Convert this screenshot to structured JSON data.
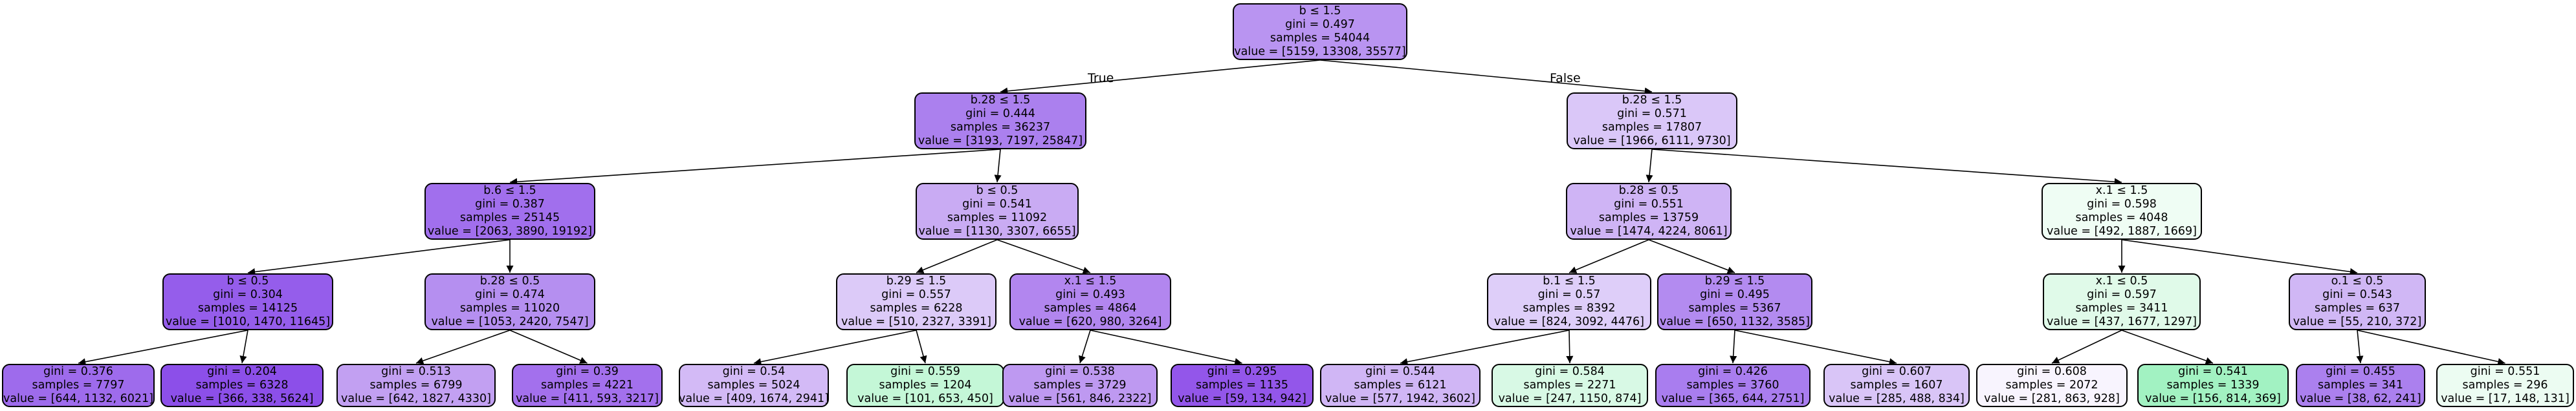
{
  "edge_labels": {
    "left": "True",
    "right": "False"
  },
  "nodes": [
    {
      "id": "n0",
      "lines": [
        "b ≤ 1.5",
        "gini = 0.497",
        "samples = 54044",
        "value = [5159, 13308, 35577]"
      ],
      "fill": "#b994f1"
    },
    {
      "id": "n1",
      "lines": [
        "b.28 ≤ 1.5",
        "gini = 0.444",
        "samples = 36237",
        "value = [3193, 7197, 25847]"
      ],
      "fill": "#ab80ee"
    },
    {
      "id": "n2",
      "lines": [
        "b.28 ≤ 1.5",
        "gini = 0.571",
        "samples = 17807",
        "value = [1966, 6111, 9730]"
      ],
      "fill": "#dac7f8"
    },
    {
      "id": "n3",
      "lines": [
        "b.6 ≤ 1.5",
        "gini = 0.387",
        "samples = 25145",
        "value = [2063, 3890, 19192]"
      ],
      "fill": "#a16fed"
    },
    {
      "id": "n4",
      "lines": [
        "b ≤ 0.5",
        "gini = 0.541",
        "samples = 11092",
        "value = [1130, 3307, 6655]"
      ],
      "fill": "#c9abf3"
    },
    {
      "id": "n5",
      "lines": [
        "b.28 ≤ 0.5",
        "gini = 0.551",
        "samples = 13759",
        "value = [1474, 4224, 8061]"
      ],
      "fill": "#cfb4f5"
    },
    {
      "id": "n6",
      "lines": [
        "x.1 ≤ 1.5",
        "gini = 0.598",
        "samples = 4048",
        "value = [492, 1887, 1669]"
      ],
      "fill": "#effdf4"
    },
    {
      "id": "n7",
      "lines": [
        "b ≤ 0.5",
        "gini = 0.304",
        "samples = 14125",
        "value = [1010, 1470, 11645]"
      ],
      "fill": "#955deb"
    },
    {
      "id": "n8",
      "lines": [
        "b.28 ≤ 0.5",
        "gini = 0.474",
        "samples = 11020",
        "value = [1053, 2420, 7547]"
      ],
      "fill": "#b58ff0"
    },
    {
      "id": "n9",
      "lines": [
        "b.29 ≤ 1.5",
        "gini = 0.557",
        "samples = 6228",
        "value = [510, 2327, 3391]"
      ],
      "fill": "#dccaf8"
    },
    {
      "id": "n10",
      "lines": [
        "x.1 ≤ 1.5",
        "gini = 0.493",
        "samples = 4864",
        "value = [620, 980, 3264]"
      ],
      "fill": "#b286ef"
    },
    {
      "id": "n11",
      "lines": [
        "b.1 ≤ 1.5",
        "gini = 0.57",
        "samples = 8392",
        "value = [824, 3092, 4476]"
      ],
      "fill": "#decef9"
    },
    {
      "id": "n12",
      "lines": [
        "b.29 ≤ 1.5",
        "gini = 0.495",
        "samples = 5367",
        "value = [650, 1132, 3585]"
      ],
      "fill": "#b38bf0"
    },
    {
      "id": "n13",
      "lines": [
        "x.1 ≤ 0.5",
        "gini = 0.597",
        "samples = 3411",
        "value = [437, 1677, 1297]"
      ],
      "fill": "#e0fae9"
    },
    {
      "id": "n14",
      "lines": [
        "o.1 ≤ 0.5",
        "gini = 0.543",
        "samples = 637",
        "value = [55, 210, 372]"
      ],
      "fill": "#d0b7f5"
    },
    {
      "id": "n15",
      "lines": [
        "gini = 0.376",
        "samples = 7797",
        "value = [644, 1132, 6021]"
      ],
      "fill": "#9e6bec"
    },
    {
      "id": "n16",
      "lines": [
        "gini = 0.204",
        "samples = 6328",
        "value = [366, 338, 5624]"
      ],
      "fill": "#8c4fe9"
    },
    {
      "id": "n17",
      "lines": [
        "gini = 0.513",
        "samples = 6799",
        "value = [642, 1827, 4330]"
      ],
      "fill": "#c2a0f2"
    },
    {
      "id": "n18",
      "lines": [
        "gini = 0.39",
        "samples = 4221",
        "value = [411, 593, 3217]"
      ],
      "fill": "#a370ed"
    },
    {
      "id": "n19",
      "lines": [
        "gini = 0.54",
        "samples = 5024",
        "value = [409, 1674, 2941]"
      ],
      "fill": "#d3baf6"
    },
    {
      "id": "n20",
      "lines": [
        "gini = 0.559",
        "samples = 1204",
        "value = [101, 653, 450]"
      ],
      "fill": "#c4f7d7"
    },
    {
      "id": "n21",
      "lines": [
        "gini = 0.538",
        "samples = 3729",
        "value = [561, 846, 2322]"
      ],
      "fill": "#be99f1"
    },
    {
      "id": "n22",
      "lines": [
        "gini = 0.295",
        "samples = 1135",
        "value = [59, 134, 942]"
      ],
      "fill": "#9356ea"
    },
    {
      "id": "n23",
      "lines": [
        "gini = 0.544",
        "samples = 6121",
        "value = [577, 1942, 3602]"
      ],
      "fill": "#d0b6f5"
    },
    {
      "id": "n24",
      "lines": [
        "gini = 0.584",
        "samples = 2271",
        "value = [247, 1150, 874]"
      ],
      "fill": "#d8f9e5"
    },
    {
      "id": "n25",
      "lines": [
        "gini = 0.426",
        "samples = 3760",
        "value = [365, 644, 2751]"
      ],
      "fill": "#a97def"
    },
    {
      "id": "n26",
      "lines": [
        "gini = 0.607",
        "samples = 1607",
        "value = [285, 488, 834]"
      ],
      "fill": "#d9c5f7"
    },
    {
      "id": "n27",
      "lines": [
        "gini = 0.608",
        "samples = 2072",
        "value = [281, 863, 928]"
      ],
      "fill": "#f8f4fe"
    },
    {
      "id": "n28",
      "lines": [
        "gini = 0.541",
        "samples = 1339",
        "value = [156, 814, 369]"
      ],
      "fill": "#a2f2c2"
    },
    {
      "id": "n29",
      "lines": [
        "gini = 0.455",
        "samples = 341",
        "value = [38, 62, 241]"
      ],
      "fill": "#ab80ee"
    },
    {
      "id": "n30",
      "lines": [
        "gini = 0.551",
        "samples = 296",
        "value = [17, 148, 131]"
      ],
      "fill": "#ecfcf2"
    }
  ],
  "edges": [
    [
      "n0",
      "n1"
    ],
    [
      "n0",
      "n2"
    ],
    [
      "n1",
      "n3"
    ],
    [
      "n1",
      "n4"
    ],
    [
      "n2",
      "n5"
    ],
    [
      "n2",
      "n6"
    ],
    [
      "n3",
      "n7"
    ],
    [
      "n3",
      "n8"
    ],
    [
      "n4",
      "n9"
    ],
    [
      "n4",
      "n10"
    ],
    [
      "n5",
      "n11"
    ],
    [
      "n5",
      "n12"
    ],
    [
      "n6",
      "n13"
    ],
    [
      "n6",
      "n14"
    ],
    [
      "n7",
      "n15"
    ],
    [
      "n7",
      "n16"
    ],
    [
      "n8",
      "n17"
    ],
    [
      "n8",
      "n18"
    ],
    [
      "n9",
      "n19"
    ],
    [
      "n9",
      "n20"
    ],
    [
      "n10",
      "n21"
    ],
    [
      "n10",
      "n22"
    ],
    [
      "n11",
      "n23"
    ],
    [
      "n11",
      "n24"
    ],
    [
      "n12",
      "n25"
    ],
    [
      "n12",
      "n26"
    ],
    [
      "n13",
      "n27"
    ],
    [
      "n13",
      "n28"
    ],
    [
      "n14",
      "n29"
    ],
    [
      "n14",
      "n30"
    ]
  ]
}
